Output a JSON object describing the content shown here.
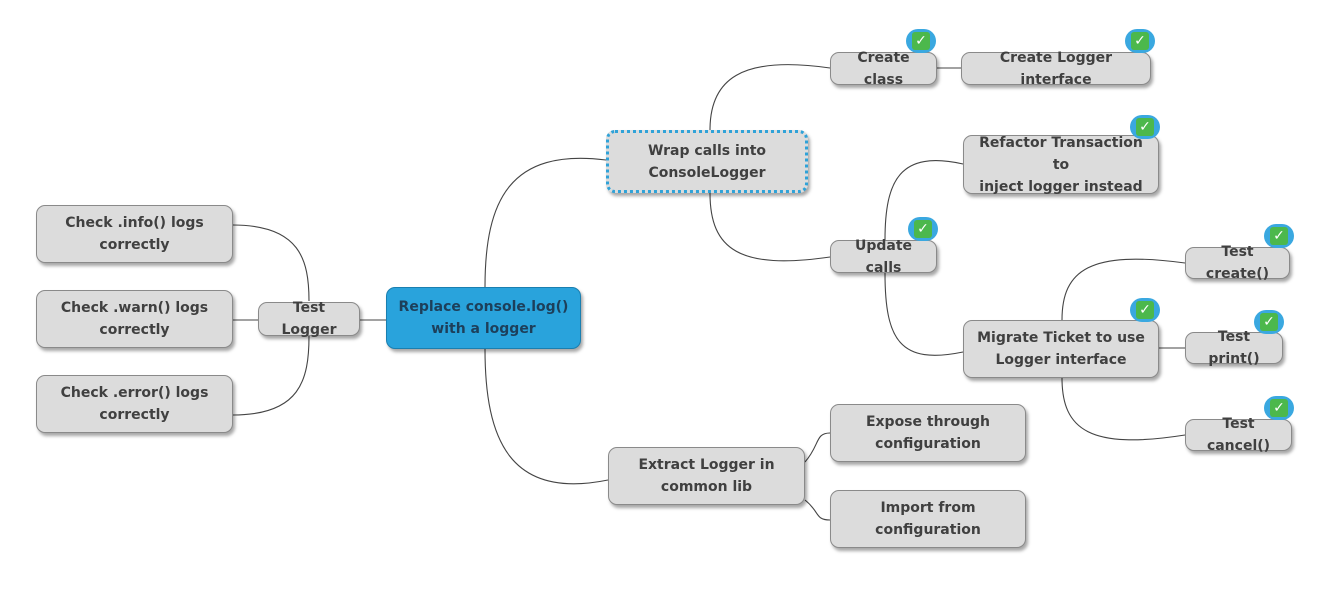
{
  "nodes": {
    "root": "Replace console.log()\nwith a logger",
    "test_logger": "Test Logger",
    "check_info": "Check .info() logs\ncorrectly",
    "check_warn": "Check .warn() logs\ncorrectly",
    "check_error": "Check .error() logs\ncorrectly",
    "wrap_calls": "Wrap calls into\nConsoleLogger",
    "create_class": "Create class",
    "create_logger_interface": "Create Logger interface",
    "update_calls": "Update calls",
    "refactor_transaction": "Refactor Transaction to\ninject logger instead",
    "migrate_ticket": "Migrate Ticket to use\nLogger interface",
    "test_create": "Test create()",
    "test_print": "Test print()",
    "test_cancel": "Test cancel()",
    "extract_logger": "Extract Logger in\ncommon lib",
    "expose_config": "Expose through\nconfiguration",
    "import_config": "Import from\nconfiguration"
  },
  "check_glyph": "✓",
  "colors": {
    "node_fill": "#dcdcdc",
    "root_fill": "#29a3dc",
    "selected_border": "#2fa2d8",
    "check_fill": "#4cb84c"
  }
}
